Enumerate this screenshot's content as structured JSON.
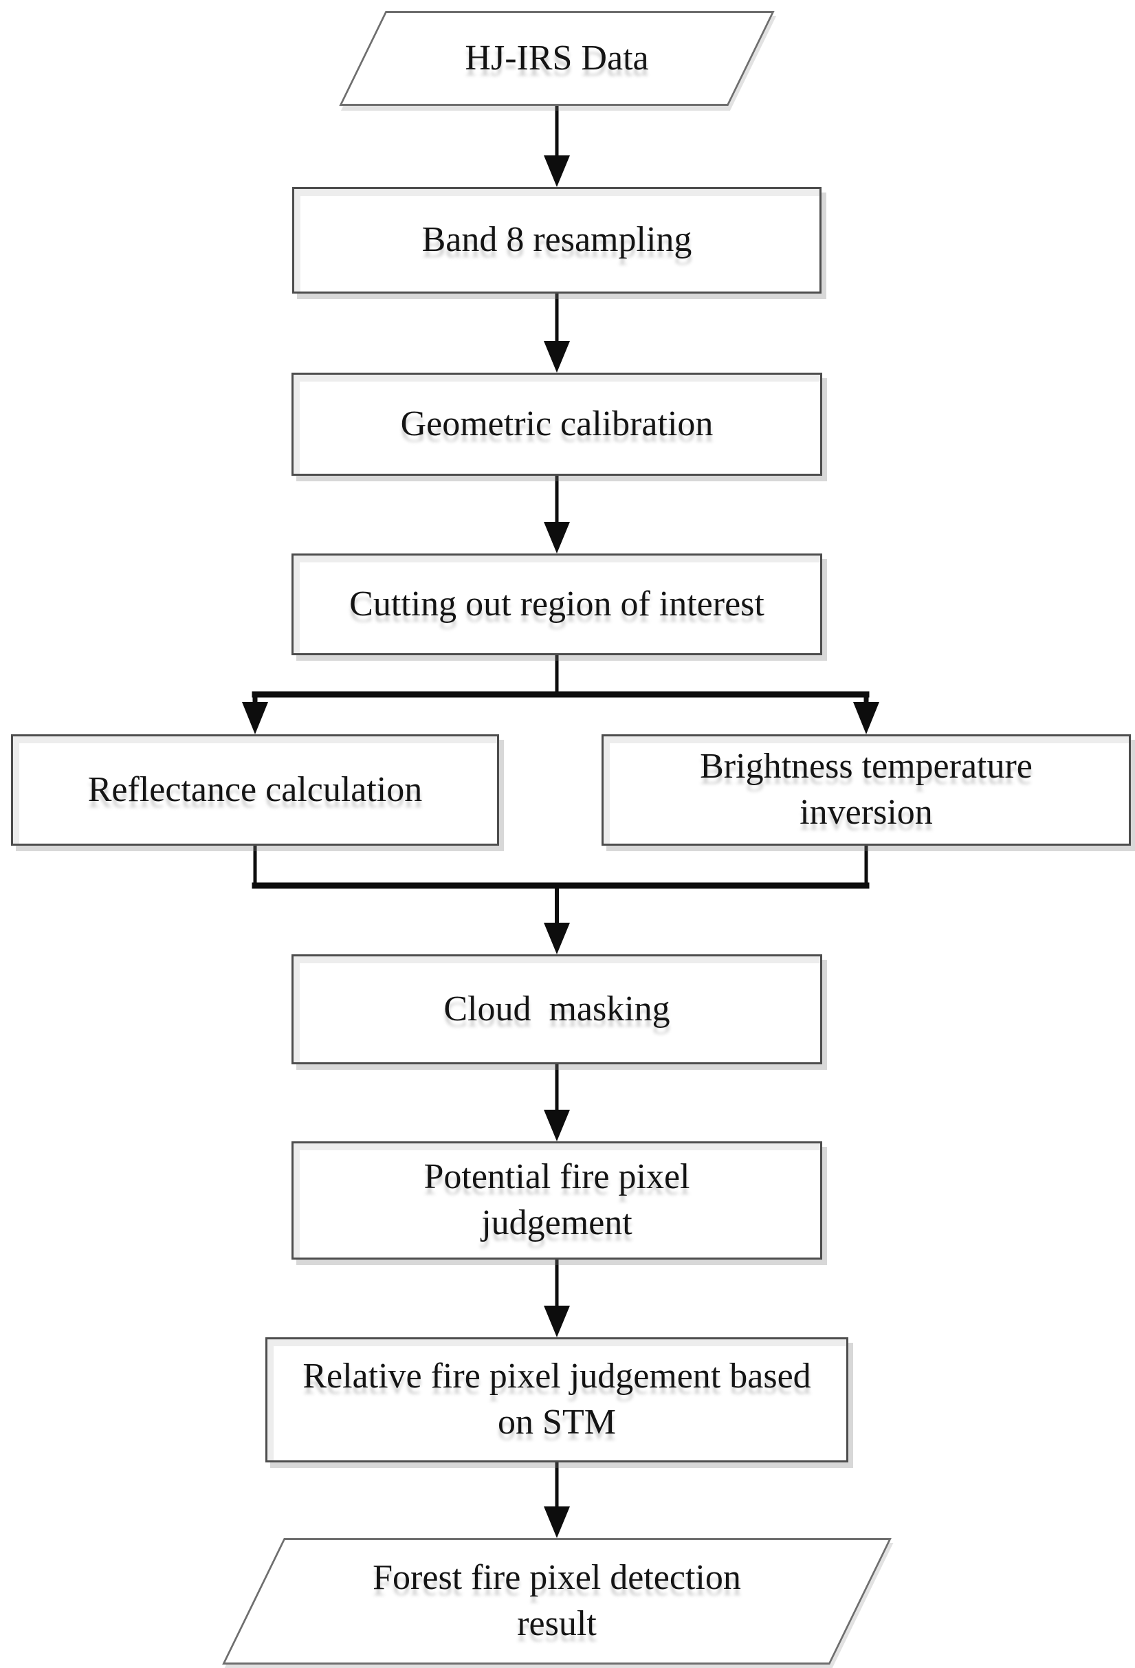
{
  "flowchart": {
    "nodes": {
      "input": {
        "label": "HJ-IRS Data",
        "shape": "parallelogram"
      },
      "band8": {
        "label": "Band 8 resampling",
        "shape": "process"
      },
      "geometric": {
        "label": "Geometric calibration",
        "shape": "process"
      },
      "cutting": {
        "label": "Cutting out region of interest",
        "shape": "process"
      },
      "reflectance": {
        "label": "Reflectance calculation",
        "shape": "process"
      },
      "brightness": {
        "label": "Brightness temperature inversion",
        "shape": "process"
      },
      "cloud": {
        "label": "Cloud  masking",
        "shape": "process"
      },
      "potential": {
        "label": "Potential fire pixel judgement",
        "shape": "process"
      },
      "relative": {
        "label": "Relative fire pixel judgement based on STM",
        "shape": "process"
      },
      "result": {
        "label": "Forest fire pixel detection result",
        "shape": "parallelogram"
      }
    },
    "edges": [
      {
        "from": "input",
        "to": "band8"
      },
      {
        "from": "band8",
        "to": "geometric"
      },
      {
        "from": "geometric",
        "to": "cutting"
      },
      {
        "from": "cutting",
        "to": "reflectance"
      },
      {
        "from": "cutting",
        "to": "brightness"
      },
      {
        "from": "reflectance",
        "to": "cloud"
      },
      {
        "from": "brightness",
        "to": "cloud"
      },
      {
        "from": "cloud",
        "to": "potential"
      },
      {
        "from": "potential",
        "to": "relative"
      },
      {
        "from": "relative",
        "to": "result"
      }
    ],
    "colors": {
      "background": "#ffffff",
      "box_border": "#4d4d4d",
      "parallelogram_border": "#6e6e6e",
      "arrow": "#0d0d0d",
      "text": "#141414"
    }
  }
}
